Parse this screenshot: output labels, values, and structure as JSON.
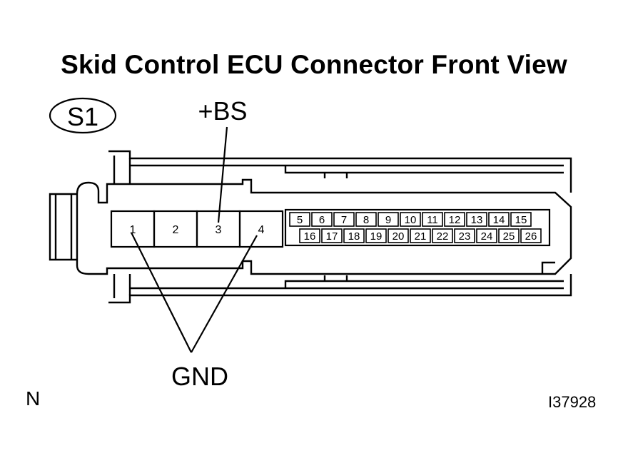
{
  "title": "Skid Control ECU Connector Front View",
  "connector_code": "S1",
  "labels": {
    "bs": "+BS",
    "gnd": "GND"
  },
  "corner_mark": "N",
  "figure_id": "I37928",
  "large_pins": [
    "1",
    "2",
    "3",
    "4"
  ],
  "small_pins_top": [
    "5",
    "6",
    "7",
    "8",
    "9",
    "10",
    "11",
    "12",
    "13",
    "14",
    "15"
  ],
  "small_pins_bottom": [
    "16",
    "17",
    "18",
    "19",
    "20",
    "21",
    "22",
    "23",
    "24",
    "25",
    "26"
  ]
}
